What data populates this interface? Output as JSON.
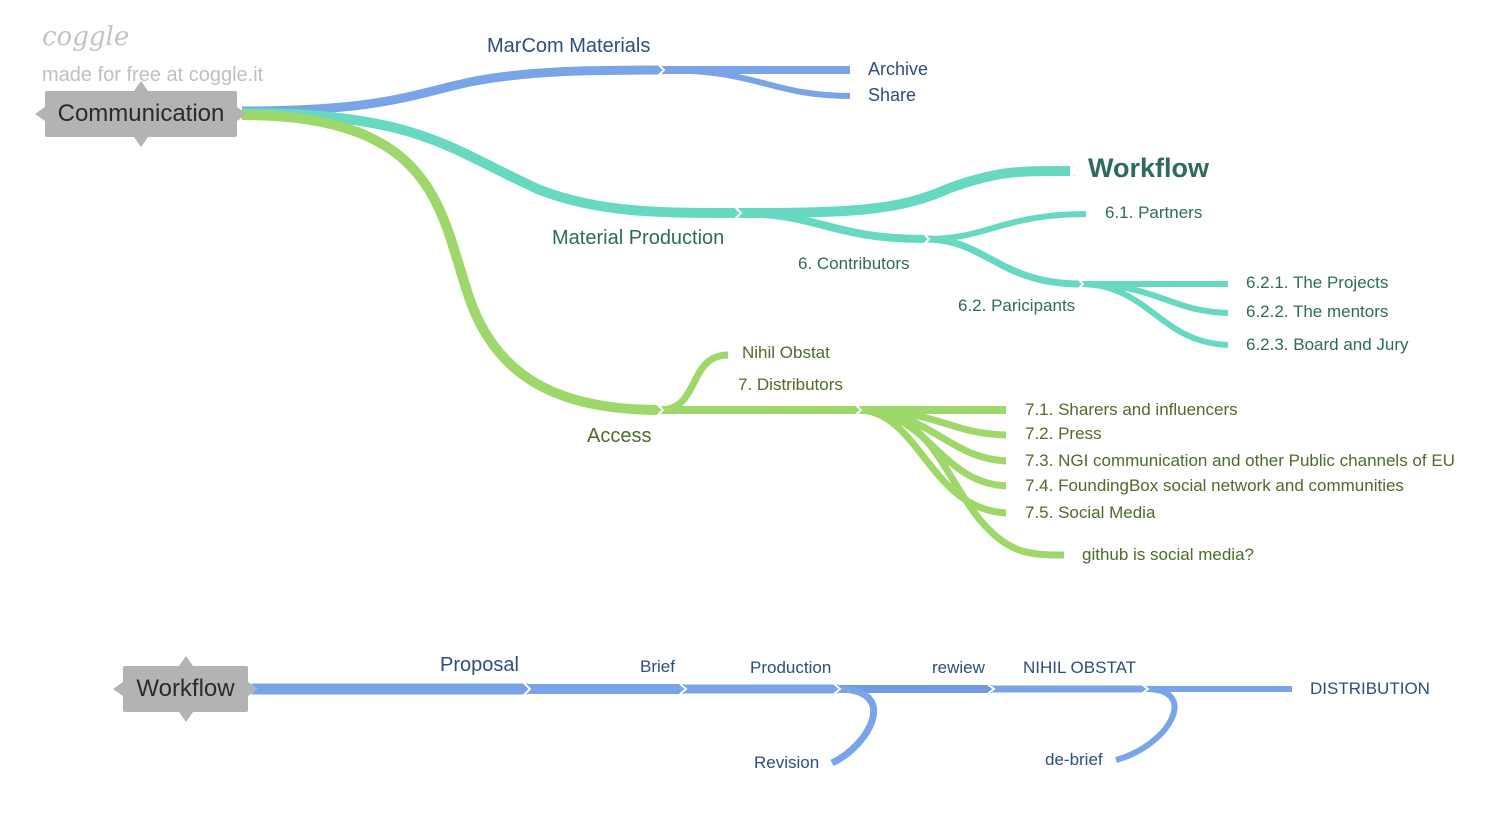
{
  "branding": {
    "logo_text": "coggle",
    "tagline": "made for free at coggle.it"
  },
  "colors": {
    "blue_branch": "#7aa4e8",
    "teal_branch": "#67d8c2",
    "green_branch": "#9ed86b",
    "root_fill": "#b3b3b3"
  },
  "map1": {
    "root": "Communication",
    "marcom": {
      "label": "MarCom Materials",
      "children": [
        "Archive",
        "Share"
      ]
    },
    "material_production": {
      "label": "Material Production",
      "workflow": "Workflow",
      "contributors": {
        "label": "6.  Contributors",
        "partners": "6.1. Partners",
        "participants": {
          "label": "6.2. Paricipants",
          "children": [
            "6.2.1. The Projects",
            "6.2.2. The mentors",
            "6.2.3. Board and Jury"
          ]
        }
      }
    },
    "access": {
      "label": "Access",
      "nihil": "Nihil Obstat",
      "distributors": {
        "label": "7.  Distributors",
        "children": [
          "7.1. Sharers and influencers",
          "7.2. Press",
          "7.3. NGI communication and other Public channels of EU",
          "7.4. FoundingBox social network and communities",
          "7.5. Social Media",
          "github is social media?"
        ]
      }
    }
  },
  "map2": {
    "root": "Workflow",
    "steps": [
      "Proposal",
      "Brief",
      "Production",
      "rewiew",
      "NIHIL OBSTAT",
      "DISTRIBUTION"
    ],
    "sub": {
      "revision": "Revision",
      "debrief": "de-brief"
    }
  }
}
